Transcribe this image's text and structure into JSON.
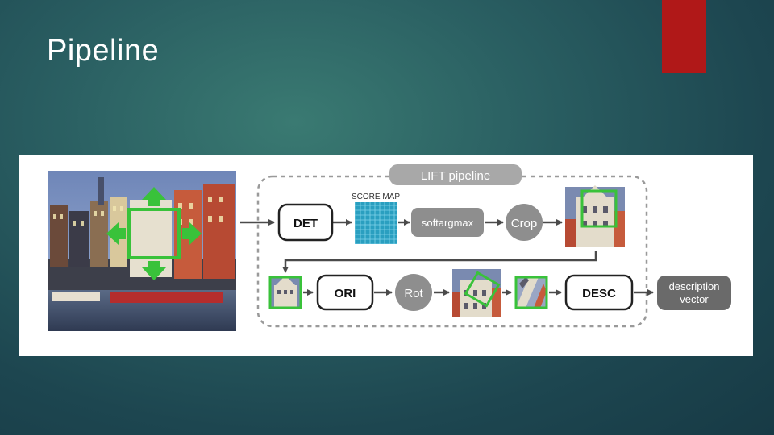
{
  "slide": {
    "title": "Pipeline",
    "accent_color": "#b01818"
  },
  "diagram": {
    "frame_label": "LIFT pipeline",
    "score_map_label": "SCORE MAP",
    "nodes": {
      "det": "DET",
      "softargmax": "softargmax",
      "crop": "Crop",
      "ori": "ORI",
      "rot": "Rot",
      "desc": "DESC",
      "output_line1": "description",
      "output_line2": "vector"
    },
    "colors": {
      "highlight_green": "#39c23a",
      "node_gray": "#8e8e8e",
      "frame_dash": "#9a9a9a",
      "output_dark": "#6a6a6a"
    }
  }
}
